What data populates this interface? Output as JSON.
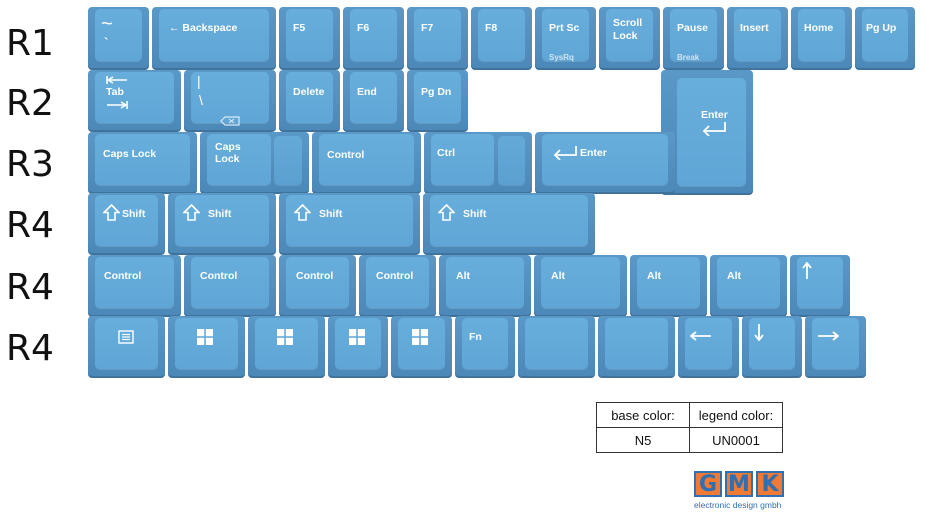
{
  "rows": [
    {
      "id": "r1",
      "label": "R1"
    },
    {
      "id": "r2",
      "label": "R2"
    },
    {
      "id": "r3",
      "label": "R3"
    },
    {
      "id": "r4a",
      "label": "R4"
    },
    {
      "id": "r4b",
      "label": "R4"
    },
    {
      "id": "r4c",
      "label": "R4"
    }
  ],
  "keys": {
    "tilde": {
      "main": "~",
      "sub": "`"
    },
    "backspace": "← Backspace",
    "f5": "F5",
    "f6": "F6",
    "f7": "F7",
    "f8": "F8",
    "prtsc": "Prt Sc",
    "sysrq": "SysRq",
    "scroll": "Scroll",
    "lock": "Lock",
    "pause": "Pause",
    "break": "Break",
    "insert": "Insert",
    "home": "Home",
    "pgup": "Pg Up",
    "tab": "Tab",
    "pipe": {
      "main": "|",
      "sub": "\\"
    },
    "delete": "Delete",
    "end": "End",
    "pgdn": "Pg Dn",
    "enter_tall": "Enter",
    "capslock": "Caps Lock",
    "caps2a": "Caps",
    "caps2b": "Lock",
    "control": "Control",
    "ctrl": "Ctrl",
    "enter": "Enter",
    "shift": "Shift",
    "alt": "Alt",
    "fn": "Fn"
  },
  "colors_table": {
    "h1": "base color:",
    "h2": "legend color:",
    "v1": "N5",
    "v2": "UN0001"
  },
  "logo": {
    "letters": [
      "G",
      "M",
      "K"
    ],
    "sub": "electronic design gmbh"
  },
  "palette": {
    "base": "#5fa6d6",
    "side": "#4b88b8",
    "legend": "#ffffff"
  }
}
